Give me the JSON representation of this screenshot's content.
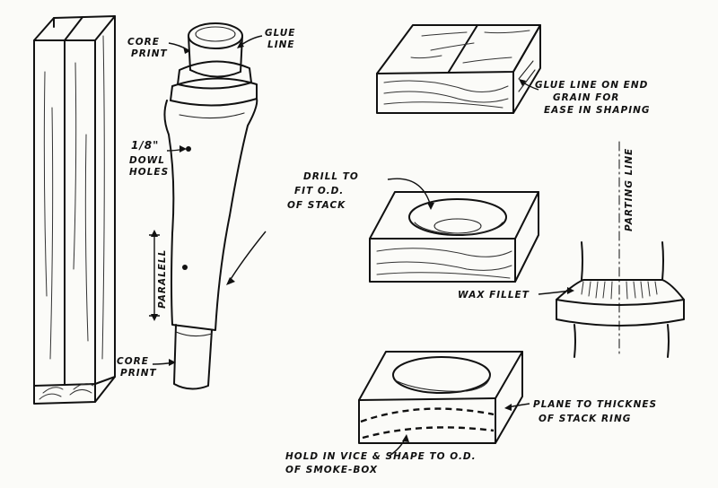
{
  "labels": {
    "core_print_top": [
      "CORE",
      "PRINT"
    ],
    "glue_line": [
      "GLUE",
      "LINE"
    ],
    "dowl_holes": [
      "1/8\"",
      "DOWL",
      "HOLES"
    ],
    "paralell": "PARALELL",
    "core_print_bottom": [
      "CORE",
      "PRINT"
    ],
    "glue_line_end_grain": [
      "GLUE LINE ON END",
      "GRAIN FOR",
      "EASE IN SHAPING"
    ],
    "drill_to_fit": [
      "DRILL TO",
      "FIT O.D.",
      "OF STACK"
    ],
    "parting_line": "PARTING LINE",
    "wax_fillet": "WAX FILLET",
    "plane_to_thickness": [
      "PLANE TO THICKNES",
      "OF STACK RING"
    ],
    "hold_in_vice": [
      "HOLD IN VICE & SHAPE TO O.D.",
      "OF SMOKE-BOX"
    ]
  }
}
